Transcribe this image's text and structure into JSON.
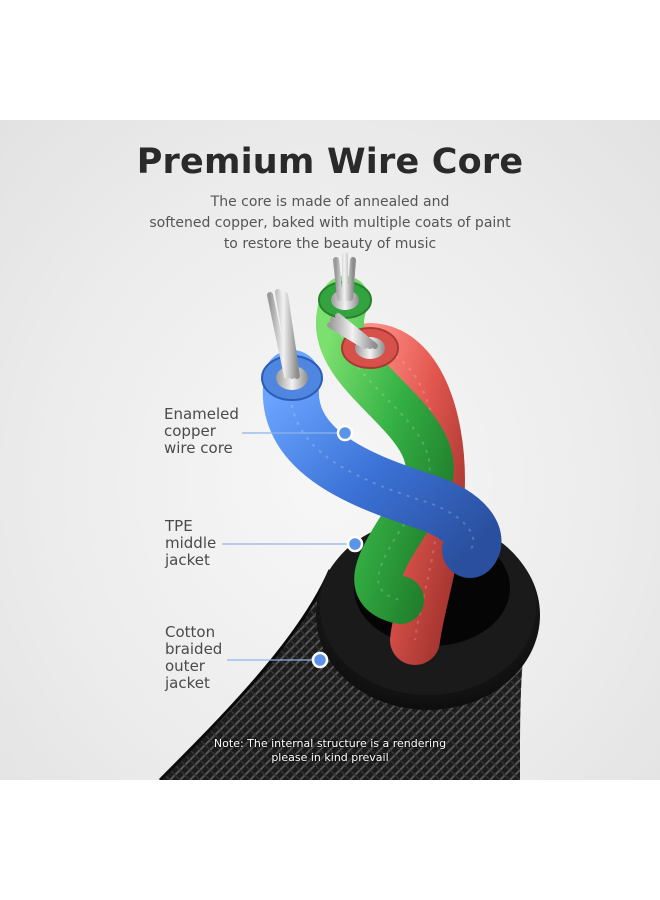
{
  "title": "Premium Wire Core",
  "subtitle": {
    "line1": "The core is made of annealed and",
    "line2": "softened copper, baked with multiple coats of paint",
    "line3": "to restore the beauty of music"
  },
  "labels": {
    "enameled": [
      "Enameled",
      "copper",
      "wire core"
    ],
    "tpe": [
      "TPE",
      "middle",
      "jacket"
    ],
    "cotton": [
      "Cotton",
      "braided",
      "outer",
      "jacket"
    ]
  },
  "note": {
    "line1": "Note: The internal structure is a rendering",
    "line2": "please in kind prevail"
  },
  "colors": {
    "background": "#ececec",
    "blue_wire": "#4a7fd8",
    "green_wire": "#3fb84a",
    "red_wire": "#e0605a",
    "callout_line": "#8fb3e8",
    "jacket": "#141414"
  }
}
